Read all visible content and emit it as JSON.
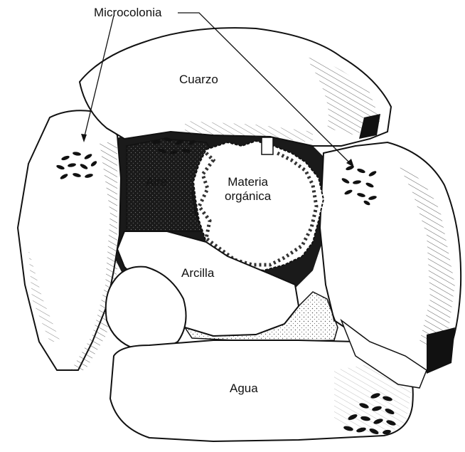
{
  "labels": {
    "microcolonia": "Microcolonia",
    "cuarzo": "Cuarzo",
    "aire": "Aire",
    "materia_line1": "Materia",
    "materia_line2": "orgánica",
    "arcilla": "Arcilla",
    "agua": "Agua"
  },
  "colors": {
    "ink": "#111111",
    "paper": "#ffffff",
    "stipple": "#555555"
  }
}
